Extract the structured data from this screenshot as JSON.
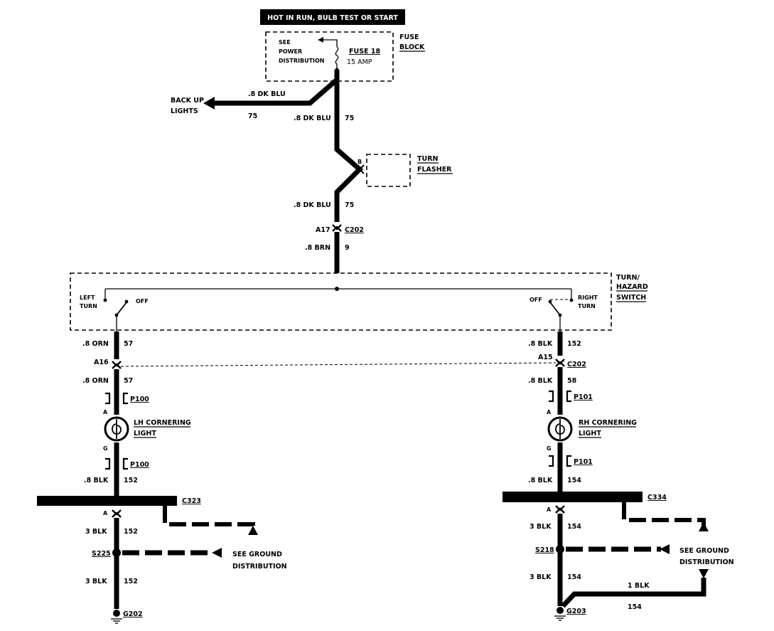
{
  "header": {
    "banner": "HOT IN RUN, BULB TEST OR START"
  },
  "fuse_block": {
    "label_line1": "FUSE",
    "label_line2": "BLOCK",
    "see_line1": "SEE",
    "see_line2": "POWER",
    "see_line3": "DISTRIBUTION",
    "fuse_name": "FUSE 18",
    "fuse_rating": "15 AMP"
  },
  "backup": {
    "label_line1": "BACK UP",
    "label_line2": "LIGHTS",
    "wire_color": ".8 DK BLU",
    "circuit": "75"
  },
  "main_feed": {
    "wire1_color": ".8 DK BLU",
    "wire1_circuit": "75",
    "wire2_color": ".8 DK BLU",
    "wire2_circuit": "75",
    "wire3_color": ".8 BRN",
    "wire3_circuit": "9"
  },
  "flasher": {
    "terminal": "B",
    "label_line1": "TURN",
    "label_line2": "FLASHER"
  },
  "connector_c202_top": {
    "pin": "A17",
    "name": "C202"
  },
  "switch": {
    "label_line1": "TURN/",
    "label_line2": "HAZARD",
    "label_line3": "SWITCH",
    "left_line1": "LEFT",
    "left_line2": "TURN",
    "left_off": "OFF",
    "right_off": "OFF",
    "right_line1": "RIGHT",
    "right_line2": "TURN"
  },
  "left_branch": {
    "w1_color": ".8 ORN",
    "w1_circuit": "57",
    "c202_pin": "A16",
    "w2_color": ".8 ORN",
    "w2_circuit": "57",
    "p100_top": "P100",
    "pin_a": "A",
    "lamp_line1": "LH CORNERING",
    "lamp_line2": "LIGHT",
    "pin_g": "G",
    "p100_bottom": "P100",
    "w3_color": ".8 BLK",
    "w3_circuit": "152",
    "connector": "C323",
    "conn_pin": "A",
    "w4_color": "3 BLK",
    "w4_circuit": "152",
    "splice": "S225",
    "ground_line1": "SEE GROUND",
    "ground_line2": "DISTRIBUTION",
    "w5_color": "3 BLK",
    "w5_circuit": "152",
    "ground": "G202"
  },
  "right_branch": {
    "w1_color": ".8 BLK",
    "w1_circuit": "152",
    "c202_pin": "A15",
    "c202_name": "C202",
    "w2_color": ".8 BLK",
    "w2_circuit": "58",
    "p101_top": "P101",
    "pin_a": "A",
    "lamp_line1": "RH CORNERING",
    "lamp_line2": "LIGHT",
    "pin_g": "G",
    "p101_bottom": "P101",
    "w3_color": ".8 BLK",
    "w3_circuit": "154",
    "connector": "C334",
    "conn_pin": "A",
    "w4_color": "3 BLK",
    "w4_circuit": "154",
    "splice": "S218",
    "ground_line1": "SEE GROUND",
    "ground_line2": "DISTRIBUTION",
    "w5_color": "3 BLK",
    "w5_circuit": "154",
    "jumper_color": "1 BLK",
    "jumper_circuit": "154",
    "ground": "G203"
  }
}
